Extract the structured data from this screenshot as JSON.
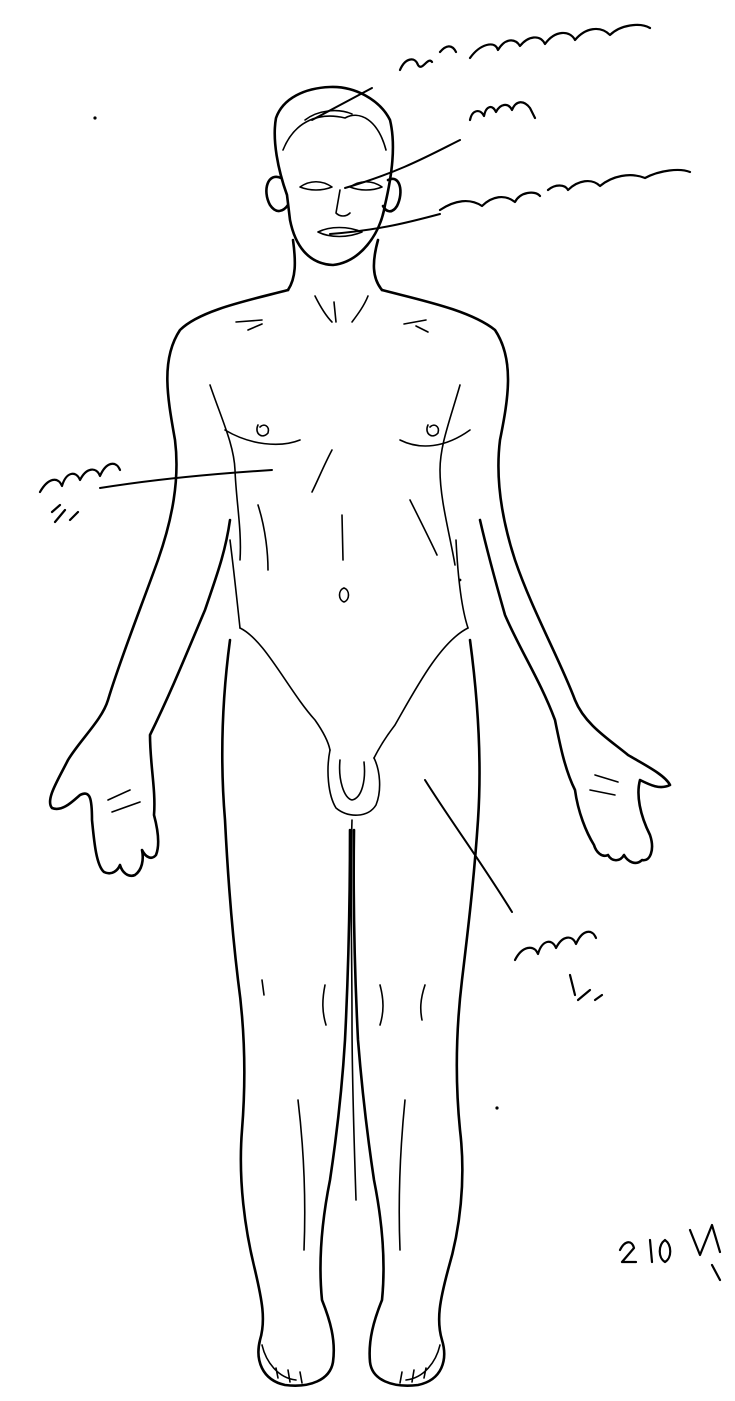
{
  "handwritten_annotations": [
    "silver cerebrum",
    "clear",
    "mag bur scan",
    "mole 1/4\"",
    "mole 1/4\"",
    "2 10 M"
  ]
}
